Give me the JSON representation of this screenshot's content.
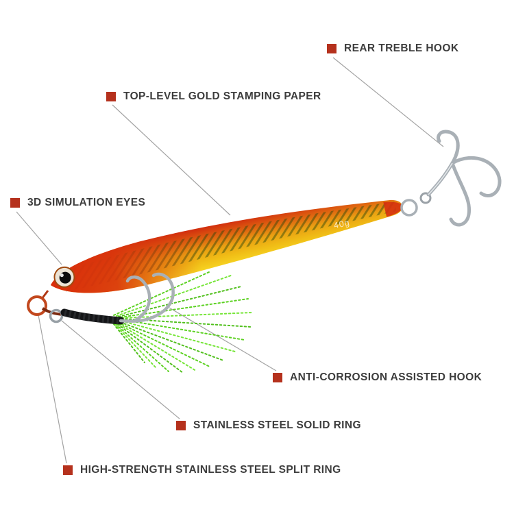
{
  "page": {
    "description": "Annotated product diagram of a metal jig fishing lure on white background"
  },
  "colors": {
    "background": "#ffffff",
    "label_text": "#3d3d3d",
    "bullet_red": "#b5311d",
    "leader_line": "#a3a3a3",
    "lure_head_red": "#d92d0b",
    "lure_gold": "#eaa012",
    "lure_belly_yellow": "#f8d824",
    "pattern_green": "#234409",
    "flash_green": "#54cf17",
    "hook_silver": "#a9b0b6",
    "binding_black": "#141517"
  },
  "lure": {
    "weight_label": "40g"
  },
  "bullet_icon": "red-square",
  "annotations": [
    {
      "id": "rear-treble-hook",
      "label": "REAR TREBLE HOOK"
    },
    {
      "id": "gold-stamping-paper",
      "label": "TOP-LEVEL GOLD STAMPING PAPER"
    },
    {
      "id": "simulation-eyes",
      "label": "3D SIMULATION EYES"
    },
    {
      "id": "assisted-hook",
      "label": "ANTI-CORROSION ASSISTED HOOK"
    },
    {
      "id": "solid-ring",
      "label": "STAINLESS STEEL SOLID RING"
    },
    {
      "id": "split-ring",
      "label": "HIGH-STRENGTH STAINLESS STEEL SPLIT RING"
    }
  ]
}
